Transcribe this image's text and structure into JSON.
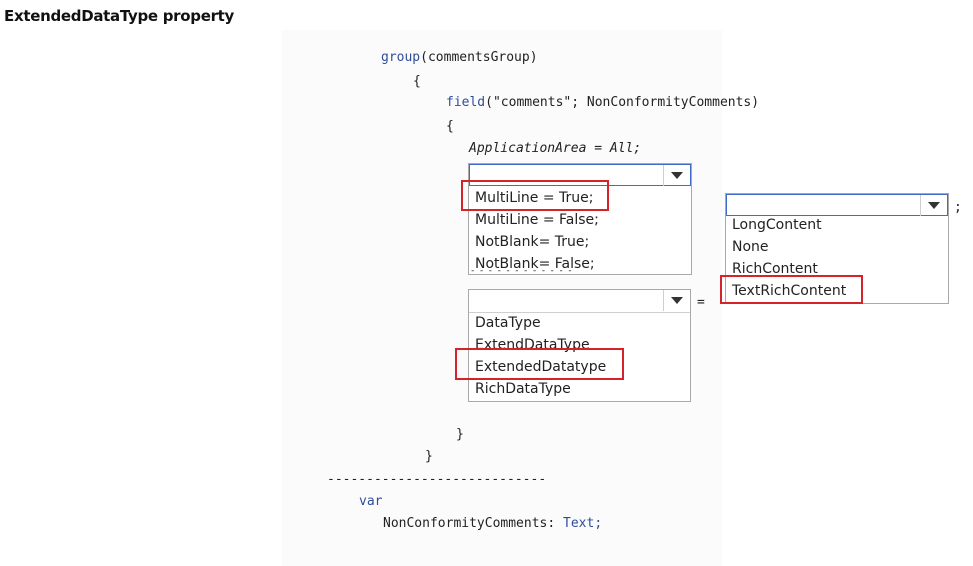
{
  "title": "ExtendedDataType property",
  "code": {
    "group_kw": "group",
    "group_arg": "(commentsGroup)",
    "open_brace1": "{",
    "field_kw": "field",
    "field_arg": "(\"comments\"; NonConformityComments)",
    "open_brace2": "{",
    "app_area": "ApplicationArea = All;",
    "equals": "=",
    "semicolon": ";",
    "close_brace2": "}",
    "close_brace1": "}",
    "separator": "----------------------------",
    "var_kw": "var",
    "var_name": "NonConformityComments: ",
    "var_type": "Text;"
  },
  "dropdown1": {
    "selected": "",
    "options": [
      "MultiLine = True;",
      "MultiLine = False;",
      "NotBlank= True;",
      "NotBlank= False;"
    ],
    "highlighted": "MultiLine = True;"
  },
  "dropdown2": {
    "selected": "",
    "options": [
      "DataType",
      "ExtendDataType",
      "ExtendedDatatype",
      "RichDataType"
    ],
    "highlighted": "ExtendedDatatype"
  },
  "dropdown3": {
    "selected": "",
    "options": [
      "LongContent",
      "None",
      "RichContent",
      "TextRichContent"
    ],
    "highlighted": "TextRichContent"
  },
  "colors": {
    "highlight": "#d6232a",
    "keyword": "#2f4d9a",
    "focus": "#3f6cc9"
  }
}
